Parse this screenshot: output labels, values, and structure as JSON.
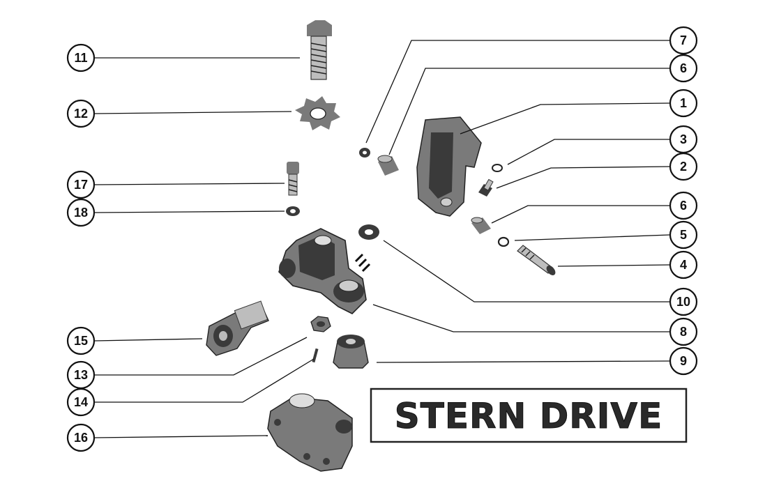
{
  "title": "STERN DRIVE",
  "callouts": {
    "c1": "1",
    "c2": "2",
    "c3": "3",
    "c4": "4",
    "c5": "5",
    "c6a": "6",
    "c6b": "6",
    "c7": "7",
    "c8": "8",
    "c9": "9",
    "c10": "10",
    "c11": "11",
    "c12": "12",
    "c13": "13",
    "c14": "14",
    "c15": "15",
    "c16": "16",
    "c17": "17",
    "c18": "18"
  }
}
